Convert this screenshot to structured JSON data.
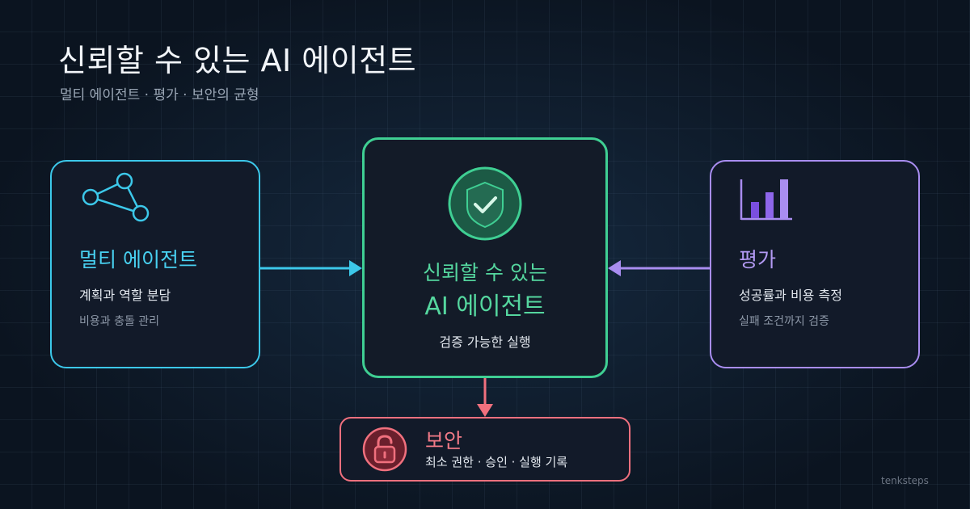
{
  "header": {
    "title": "신뢰할 수 있는 AI 에이전트",
    "subtitle": "멀티 에이전트 · 평가 · 보안의 균형"
  },
  "cards": {
    "multi_agent": {
      "title": "멀티 에이전트",
      "line1": "계획과 역할 분담",
      "line2": "비용과 충돌 관리",
      "icon": "network-nodes-icon",
      "color": "#3cc8ea"
    },
    "center": {
      "title_line1": "신뢰할 수 있는",
      "title_line2": "AI 에이전트",
      "line1": "검증 가능한 실행",
      "icon": "shield-check-icon",
      "color": "#3fcf93"
    },
    "evaluation": {
      "title": "평가",
      "line1": "성공률과 비용 측정",
      "line2": "실패 조건까지 검증",
      "icon": "bar-chart-icon",
      "color": "#a98df0"
    },
    "security": {
      "title": "보안",
      "line1": "최소 권한 · 승인 · 실행 기록",
      "icon": "padlock-icon",
      "color": "#f0707e"
    }
  },
  "footer": {
    "watermark": "tenksteps"
  }
}
